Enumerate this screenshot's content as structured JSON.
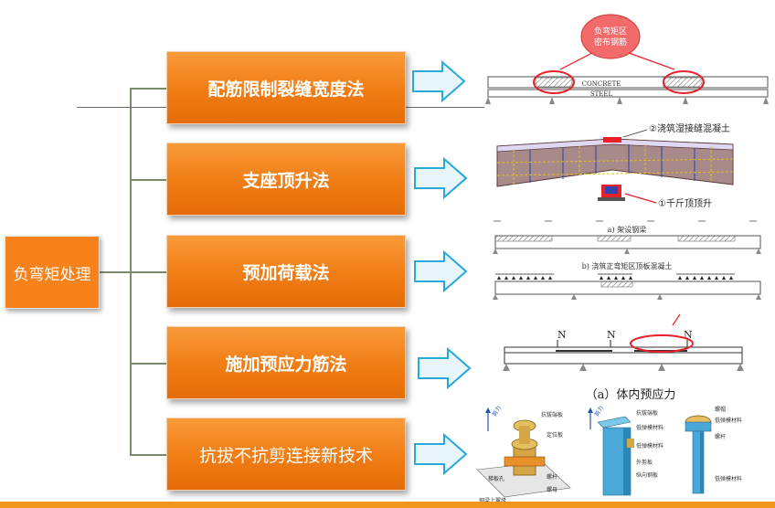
{
  "root": {
    "label": "负弯矩处理"
  },
  "branches": [
    {
      "label": "配筋限制裂缝宽度法",
      "bold": true
    },
    {
      "label": "支座顶升法",
      "bold": true
    },
    {
      "label": "预加荷载法",
      "bold": true
    },
    {
      "label": "施加预应力筋法",
      "bold": true
    },
    {
      "label": "抗拔不抗剪连接新技术",
      "bold": false
    }
  ],
  "figures": {
    "fig1": {
      "bubble_line1": "负弯矩区",
      "bubble_line2": "密布钢筋",
      "concrete": "CONCRETE",
      "steel": "STEEL"
    },
    "fig2": {
      "callout1": "②浇筑湿接缝混凝土",
      "callout2": "①千斤顶顶升"
    },
    "fig3": {
      "caption_a": "a) 架设钢梁",
      "caption_b": "b) 浇筑正弯矩区顶板混凝土"
    },
    "fig4": {
      "n_labels": [
        "N",
        "N",
        "N"
      ],
      "caption": "（a）体内预应力"
    },
    "fig5": {
      "left_labels": [
        "抗拔端板",
        "定位板",
        "螺杆",
        "螺母",
        "钢梁上翼缘",
        "梯板孔"
      ],
      "left_arrow": "剪力",
      "mid_labels": [
        "抗拔端板",
        "低弹模材料",
        "低弹模材料",
        "外剪板",
        "纵向钢板"
      ],
      "mid_arrow": "剪力",
      "right_labels": [
        "螺帽",
        "低弹模材料",
        "螺杆",
        "低弹模材料"
      ]
    }
  },
  "colors": {
    "orange": "#f07c14",
    "accent_red": "#e8202a",
    "arrow_cyan": "#2aa8d8",
    "tree_line": "#7a8a6a"
  }
}
